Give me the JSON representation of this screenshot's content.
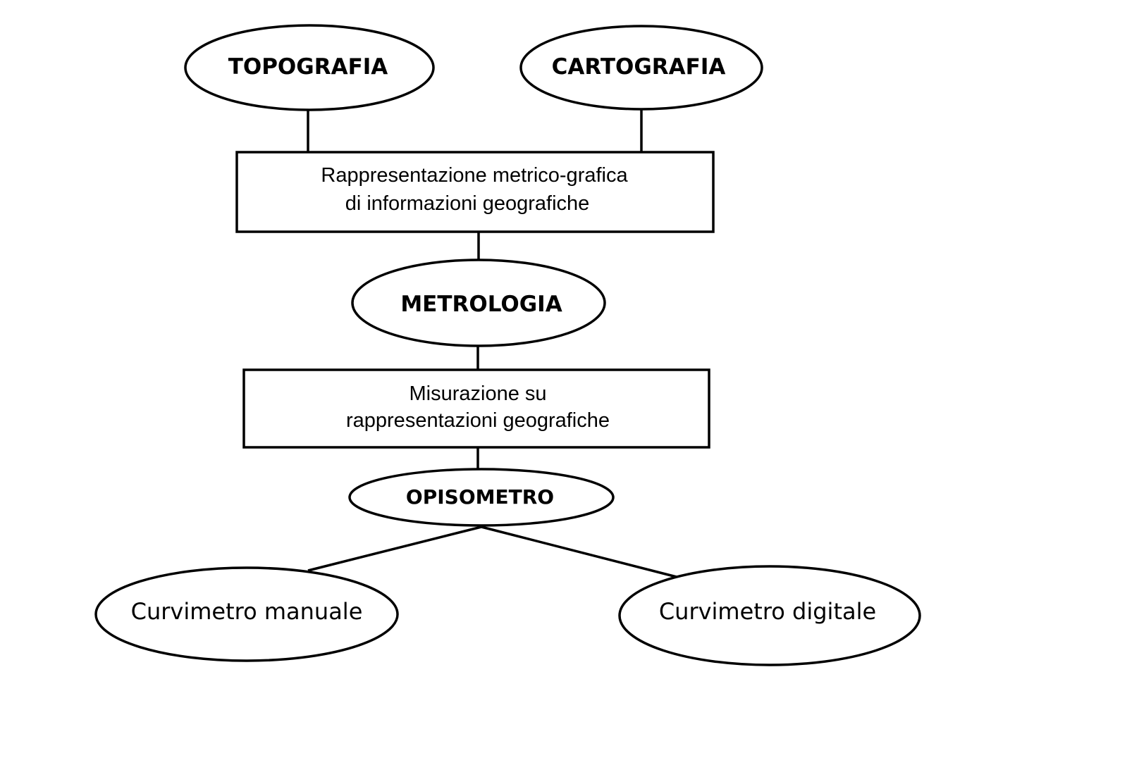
{
  "diagram": {
    "nodes": {
      "topografia": {
        "label": "TOPOGRAFIA"
      },
      "cartografia": {
        "label": "CARTOGRAFIA"
      },
      "rappresentazione": {
        "line1": "Rappresentazione metrico-grafica",
        "line2": "di informazioni geografiche"
      },
      "metrologia": {
        "label": "METROLOGIA"
      },
      "misurazione": {
        "line1": "Misurazione su",
        "line2": "rappresentazioni geografiche"
      },
      "opisometro": {
        "label": "OPISOMETRO"
      },
      "curvimetro_manuale": {
        "label": "Curvimetro manuale"
      },
      "curvimetro_digitale": {
        "label": "Curvimetro digitale"
      }
    },
    "edges": [
      {
        "from": "topografia",
        "to": "rappresentazione"
      },
      {
        "from": "cartografia",
        "to": "rappresentazione"
      },
      {
        "from": "rappresentazione",
        "to": "metrologia"
      },
      {
        "from": "metrologia",
        "to": "misurazione"
      },
      {
        "from": "misurazione",
        "to": "opisometro"
      },
      {
        "from": "opisometro",
        "to": "curvimetro_manuale"
      },
      {
        "from": "opisometro",
        "to": "curvimetro_digitale"
      }
    ]
  }
}
